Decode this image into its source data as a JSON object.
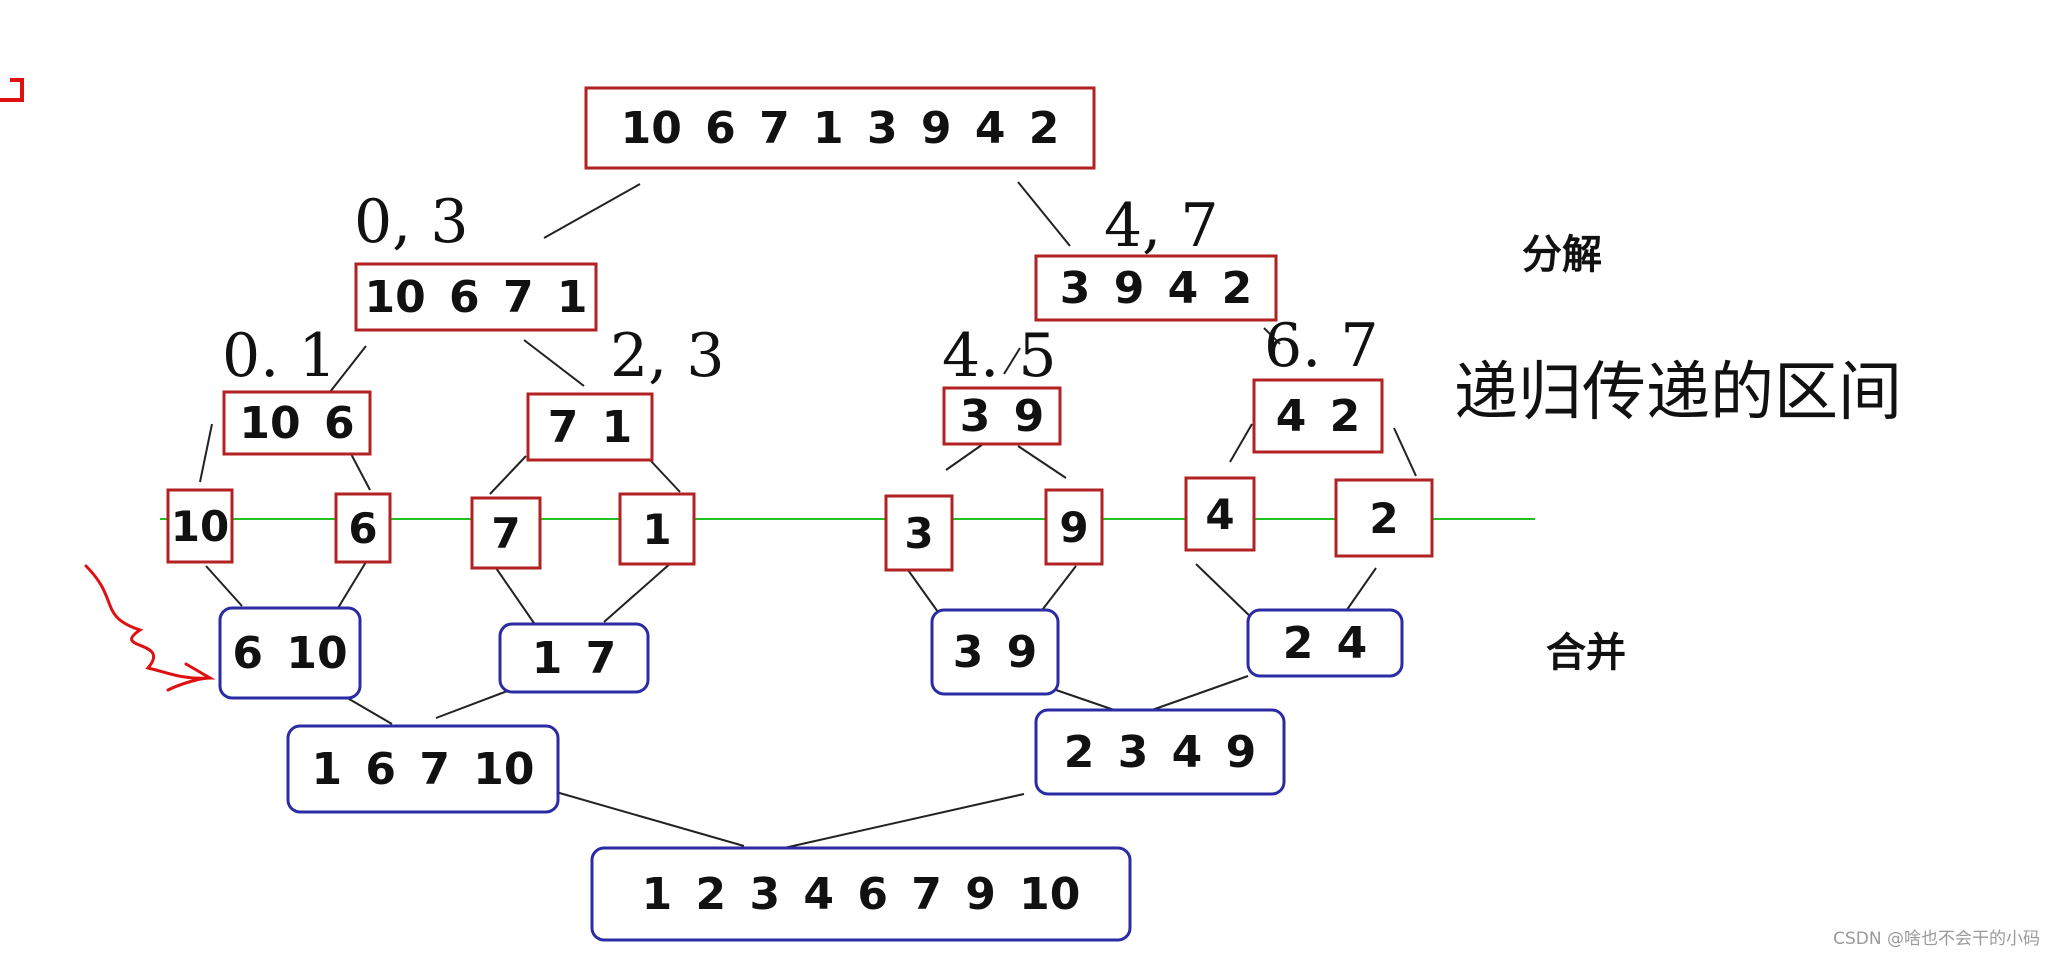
{
  "colors": {
    "split_border": "#b22222",
    "merge_border": "#2b2ba3",
    "link": "#222222",
    "divider": "#22c022",
    "arrow": "#e01010"
  },
  "split_nodes": [
    {
      "id": "s0",
      "label": "10 6 7 1 3 9 4 2"
    },
    {
      "id": "s1",
      "label": "10 6 7 1"
    },
    {
      "id": "s2",
      "label": "3 9 4 2"
    },
    {
      "id": "s3",
      "label": "10 6"
    },
    {
      "id": "s4",
      "label": "7 1"
    },
    {
      "id": "s5",
      "label": "3 9"
    },
    {
      "id": "s6",
      "label": "4 2"
    },
    {
      "id": "s7",
      "label": "10"
    },
    {
      "id": "s8",
      "label": "6"
    },
    {
      "id": "s9",
      "label": "7"
    },
    {
      "id": "s10",
      "label": "1"
    },
    {
      "id": "s11",
      "label": "3"
    },
    {
      "id": "s12",
      "label": "9"
    },
    {
      "id": "s13",
      "label": "4"
    },
    {
      "id": "s14",
      "label": "2"
    }
  ],
  "merge_nodes": [
    {
      "id": "m0",
      "label": "6 10"
    },
    {
      "id": "m1",
      "label": "1 7"
    },
    {
      "id": "m2",
      "label": "3 9"
    },
    {
      "id": "m3",
      "label": "2 4"
    },
    {
      "id": "m4",
      "label": "1 6 7 10"
    },
    {
      "id": "m5",
      "label": "2 3 4 9"
    },
    {
      "id": "m6",
      "label": "1 2 3 4 6 7 9 10"
    }
  ],
  "ranges": [
    {
      "id": "r0",
      "label": "0, 3"
    },
    {
      "id": "r1",
      "label": "4, 7"
    },
    {
      "id": "r2",
      "label": "0. 1"
    },
    {
      "id": "r3",
      "label": "2, 3"
    },
    {
      "id": "r4",
      "label": "4. 5"
    },
    {
      "id": "r5",
      "label": "6. 7"
    }
  ],
  "annotations": {
    "split_label": "分解",
    "recursion_label": "递归传递的区间",
    "merge_label": "合并",
    "watermark": "CSDN @啥也不会干的小码"
  }
}
